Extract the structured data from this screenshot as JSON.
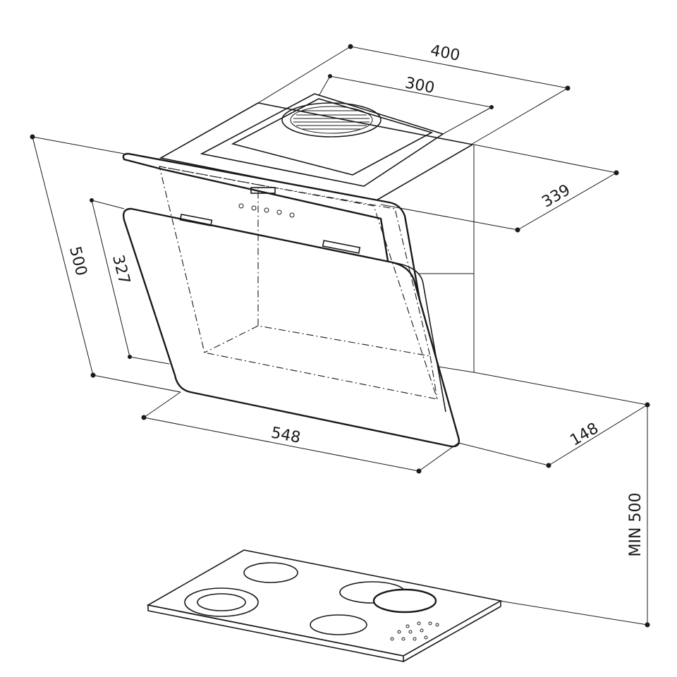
{
  "dimensions": {
    "width_top": "400",
    "outlet_width": "300",
    "depth_top": "339",
    "total_height": "500",
    "glass_height": "327",
    "glass_width": "548",
    "bottom_depth": "148",
    "min_height_above_hob": "MIN 500"
  }
}
